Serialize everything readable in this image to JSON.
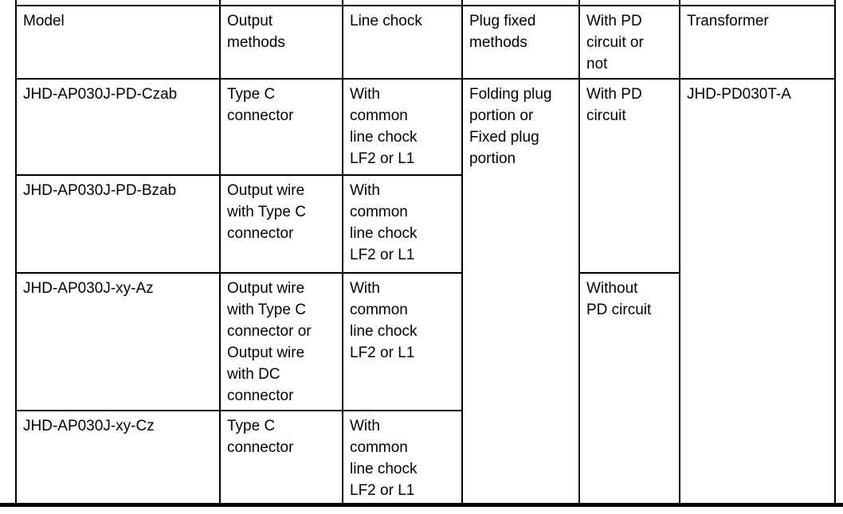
{
  "table": {
    "header": {
      "model": "Model",
      "output_methods": "Output\nmethods",
      "line_chock": "Line chock",
      "plug_fixed_methods": "Plug fixed\nmethods",
      "pd_circuit": "With PD\ncircuit or\nnot",
      "transformer": "Transformer"
    },
    "rows": {
      "r1": {
        "model": "JHD-AP030J-PD-Czab",
        "output_methods": "Type C\nconnector",
        "line_chock": "With\ncommon\nline chock\nLF2 or L1"
      },
      "r2": {
        "model": "JHD-AP030J-PD-Bzab",
        "output_methods": "Output wire\nwith Type C\nconnector",
        "line_chock": "With\ncommon\nline chock\nLF2 or L1"
      },
      "r3": {
        "model": "JHD-AP030J-xy-Az",
        "output_methods": "Output wire\nwith Type C\nconnector or\nOutput wire\nwith DC\nconnector",
        "line_chock": "With\ncommon\nline chock\nLF2 or L1"
      },
      "r4": {
        "model": "JHD-AP030J-xy-Cz",
        "output_methods": "Type C\nconnector",
        "line_chock": "With\ncommon\nline chock\nLF2 or L1"
      }
    },
    "merged": {
      "plug_fixed_methods": "Folding plug\nportion or\nFixed plug\nportion",
      "with_pd_circuit": "With PD\ncircuit",
      "without_pd_circuit": "Without\nPD circuit",
      "transformer_model": "JHD-PD030T-A"
    },
    "colors": {
      "border": "#000000",
      "text": "#000000",
      "background": "#ffffff"
    }
  }
}
